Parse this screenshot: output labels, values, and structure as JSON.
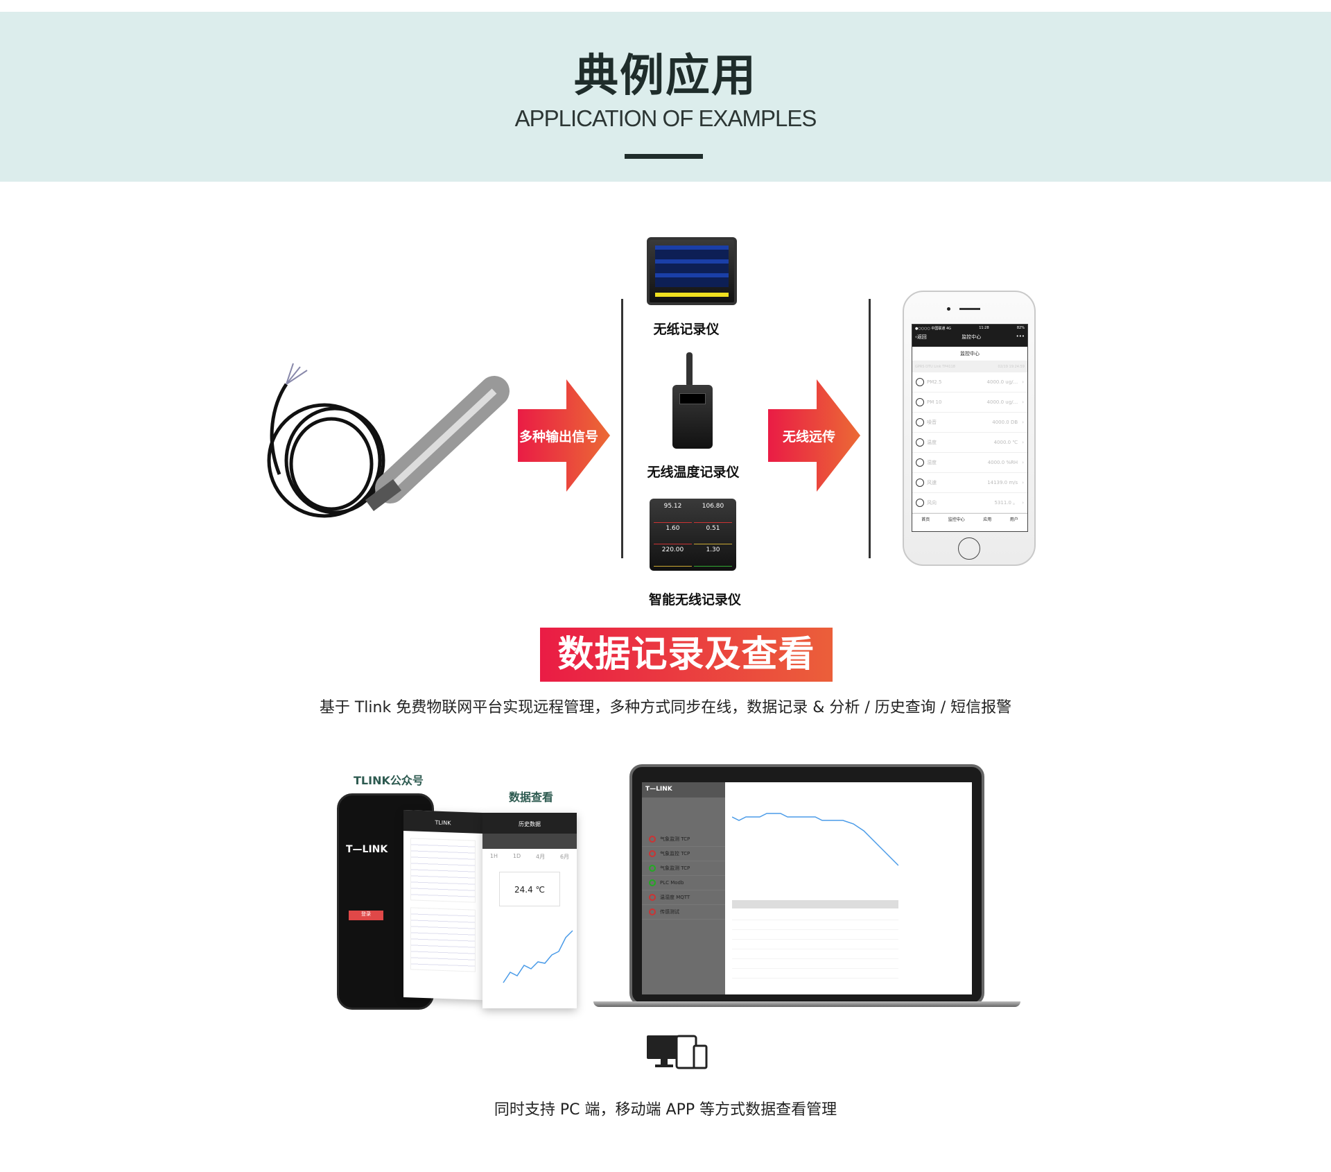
{
  "header": {
    "title": "典例应用",
    "subtitle": "APPLICATION OF EXAMPLES"
  },
  "flow": {
    "arrow1": "多种输出信号",
    "arrow2": "无线远传",
    "devices": [
      {
        "label": "无纸记录仪"
      },
      {
        "label": "无线温度记录仪"
      },
      {
        "label": "智能无线记录仪",
        "readings": [
          "95.12",
          "106.80",
          "1.60",
          "0.51",
          "220.00",
          "1.30"
        ]
      }
    ]
  },
  "phone": {
    "status": {
      "carrier": "●○○○○ 中国联通 4G",
      "time": "11:28",
      "battery": "82%"
    },
    "nav": {
      "back": "返回",
      "title": "监控中心",
      "more": "•••"
    },
    "page_title": "监控中心",
    "device_select": {
      "name": "GPRS DTU Link TP4118",
      "time": "02/19 19:24:59"
    },
    "sensors": [
      {
        "icon": "gauge-icon",
        "name": "PM2.5",
        "value": "4000.0 ug/..."
      },
      {
        "icon": "gauge-icon",
        "name": "PM 10",
        "value": "4000.0 ug/..."
      },
      {
        "icon": "chart-icon",
        "name": "噪音",
        "value": "4000.0 DB"
      },
      {
        "icon": "thermometer-icon",
        "name": "温度",
        "value": "4000.0 ℃"
      },
      {
        "icon": "droplet-icon",
        "name": "湿度",
        "value": "4000.0 %RH"
      },
      {
        "icon": "windmill-icon",
        "name": "风速",
        "value": "14139.0 m/s"
      },
      {
        "icon": "windmill-icon",
        "name": "风向",
        "value": "5311.0 。"
      }
    ],
    "tabs": [
      "首页",
      "监控中心",
      "应用",
      "用户"
    ]
  },
  "banner": "数据记录及查看",
  "tagline": "基于 Tlink 免费物联网平台实现远程管理，多种方式同步在线，数据记录 & 分析 / 历史查询 / 短信报警",
  "mobile": {
    "label1": "TLINK公众号",
    "label2": "数据查看",
    "logo": "T—LINK",
    "nav_tlink": "TLINK",
    "nav_history": "历史数据",
    "reading": "24.4 ℃",
    "tabs": [
      "1H",
      "1D",
      "4月",
      "6月"
    ],
    "login_button": "登录"
  },
  "laptop": {
    "logo": "T—LINK",
    "devices": [
      "气象监测 TCP",
      "气象监控 TCP",
      "气象监测 TCP",
      "PLC Modb",
      "温湿度 MQTT",
      "传感测试"
    ]
  },
  "footer": "同时支持 PC 端，移动端 APP 等方式数据查看管理",
  "colors": {
    "header_bg": "#dcedec",
    "title": "#1f2d2b",
    "banner_start": "#ea1c45",
    "banner_end": "#eb5f3a",
    "chart_line": "#4a9be8"
  }
}
